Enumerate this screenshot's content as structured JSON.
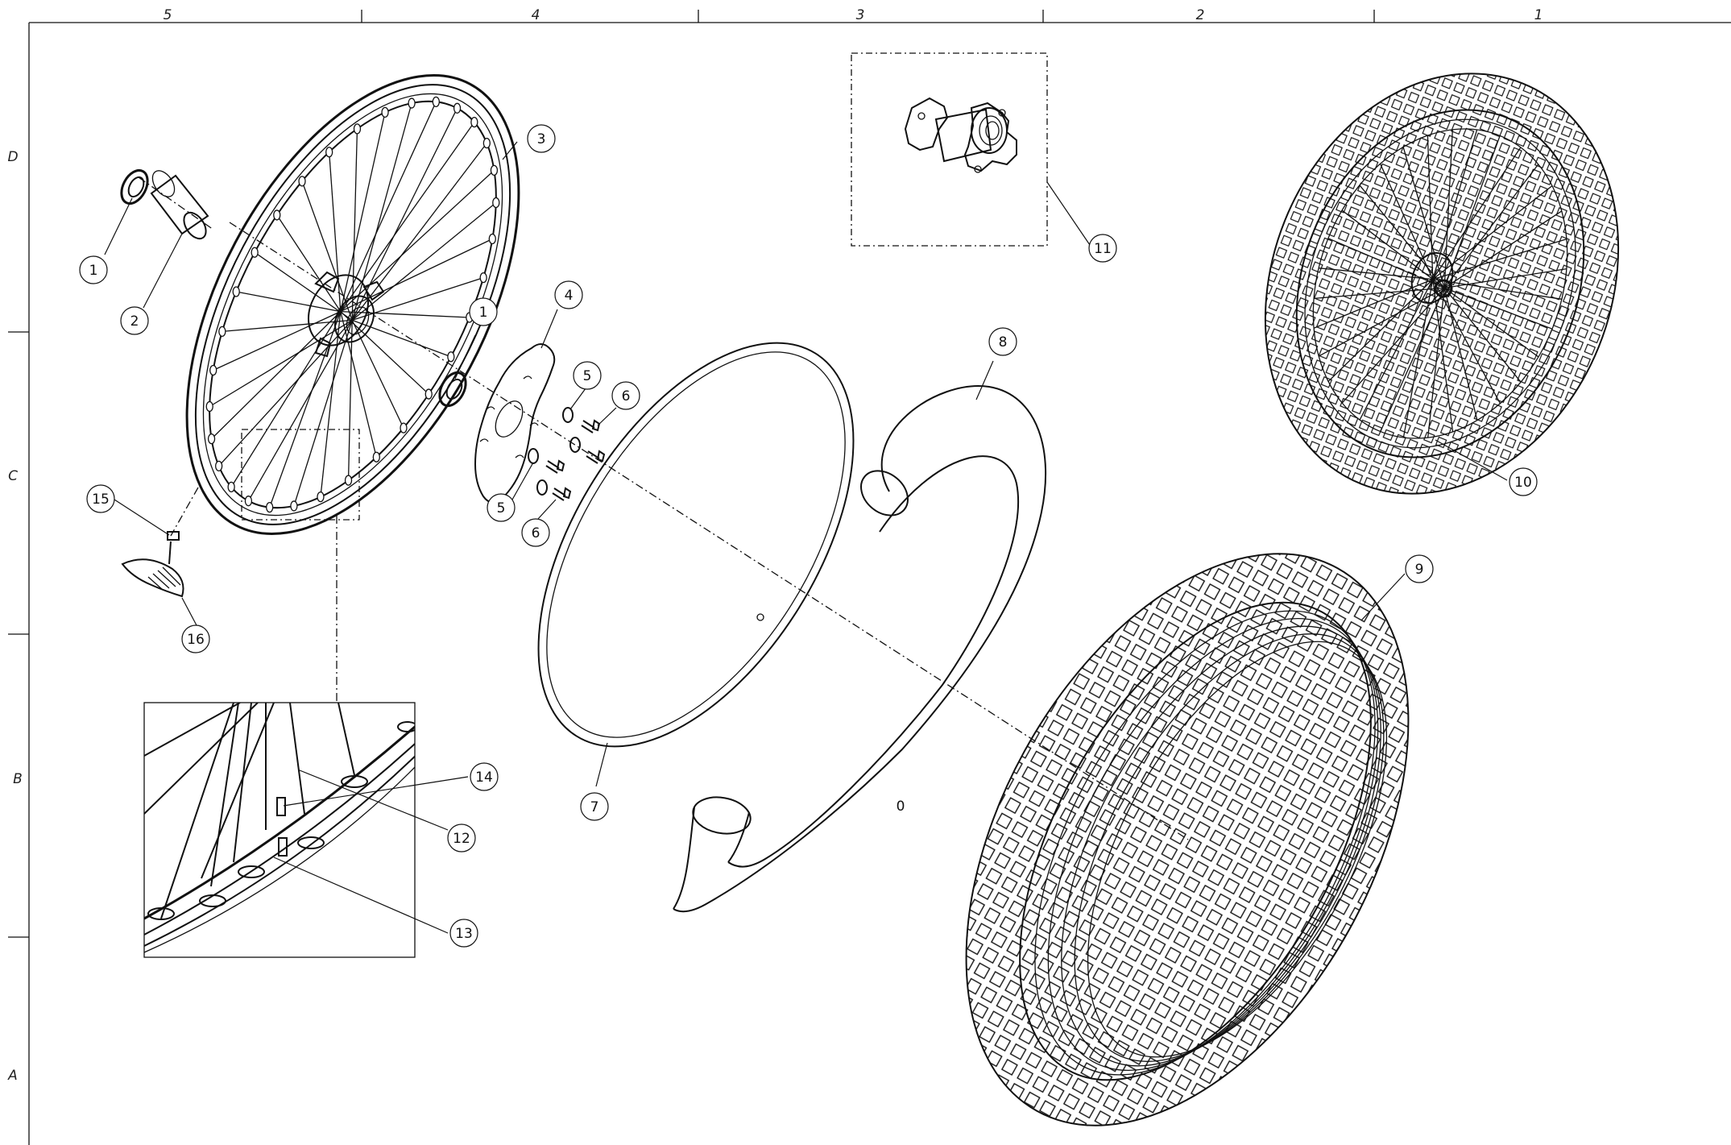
{
  "frame": {
    "columns": [
      "5",
      "4",
      "3",
      "2",
      "1"
    ],
    "rows": [
      "D",
      "C",
      "B",
      "A"
    ]
  },
  "balloons": [
    "1",
    "2",
    "3",
    "1",
    "4",
    "5",
    "6",
    "5",
    "6",
    "15",
    "16",
    "7",
    "8",
    "9",
    "10",
    "11",
    "12",
    "13",
    "14"
  ],
  "valve_marker": "0"
}
